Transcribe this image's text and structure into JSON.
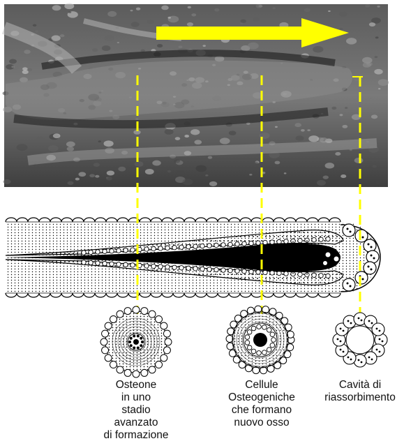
{
  "figure": {
    "captions": {
      "osteone": [
        "Osteone",
        "in uno",
        "stadio",
        "avanzato",
        "di formazione"
      ],
      "cellule": [
        "Cellule",
        "Osteogeniche",
        "che formano",
        "nuovo osso"
      ],
      "cavita": [
        "Cavità di",
        "riassorbimento"
      ]
    }
  },
  "colors": {
    "arrow": "#ffff00",
    "guide_lines": "#ffff00",
    "micrograph_bg": "#4a4a4a",
    "ink": "#000000"
  },
  "icons": [
    "direction-arrow-icon"
  ]
}
